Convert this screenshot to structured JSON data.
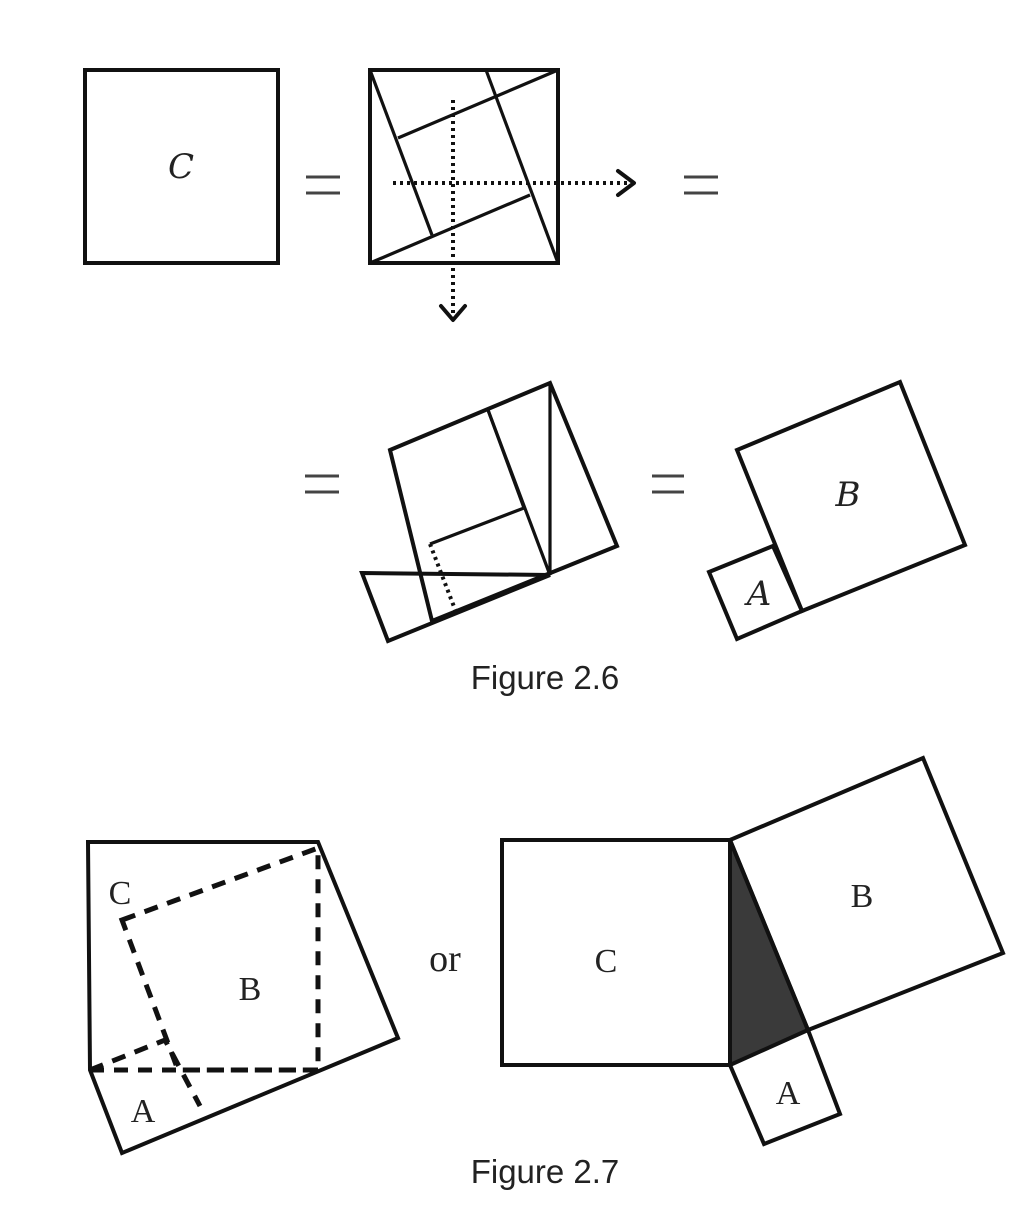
{
  "figure_2_6": {
    "caption": "Figure 2.6",
    "labels": {
      "square_c": "C",
      "square_b": "B",
      "square_a": "A"
    }
  },
  "figure_2_7": {
    "caption": "Figure 2.7",
    "connector": "or",
    "left": {
      "label_c": "C",
      "label_b": "B",
      "label_a": "A"
    },
    "right": {
      "label_c": "C",
      "label_b": "B",
      "label_a": "A"
    },
    "shade_color": "#3a3a3a"
  }
}
